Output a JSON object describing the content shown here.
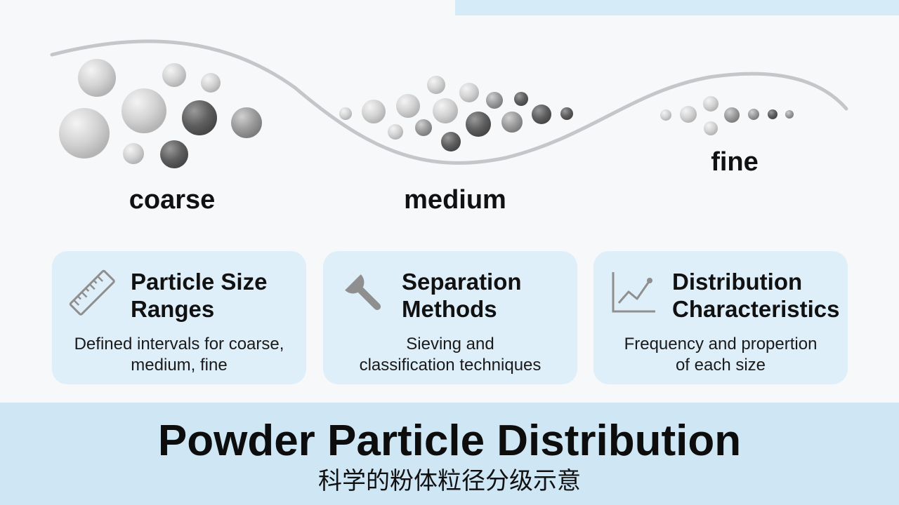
{
  "size_labels": {
    "coarse": "coarse",
    "medium": "medium",
    "fine": "fine"
  },
  "cards": [
    {
      "icon": "ruler-icon",
      "title_line1": "Particle Size",
      "title_line2": "Ranges",
      "desc_line1": "Defined intervals for coarse,",
      "desc_line2": "medium, fine"
    },
    {
      "icon": "wrench-icon",
      "title_line1": "Separation",
      "title_line2": "Methods",
      "desc_line1": "Sieving and",
      "desc_line2": "classification techniques"
    },
    {
      "icon": "line-chart-icon",
      "title_line1": "Distribution",
      "title_line2": "Characteristics",
      "desc_line1": "Frequency and propertion",
      "desc_line2": "of each size"
    }
  ],
  "footer": {
    "title": "Powder Particle Distribution",
    "subtitle": "科学的粉体粒径分级示意"
  },
  "colors": {
    "background": "#f7f8f9",
    "card_bg": "#dfeff9",
    "footer_bg": "#cfe6f5",
    "wave": "#c4c6ca",
    "icon_gray": "#8f8f8f"
  }
}
